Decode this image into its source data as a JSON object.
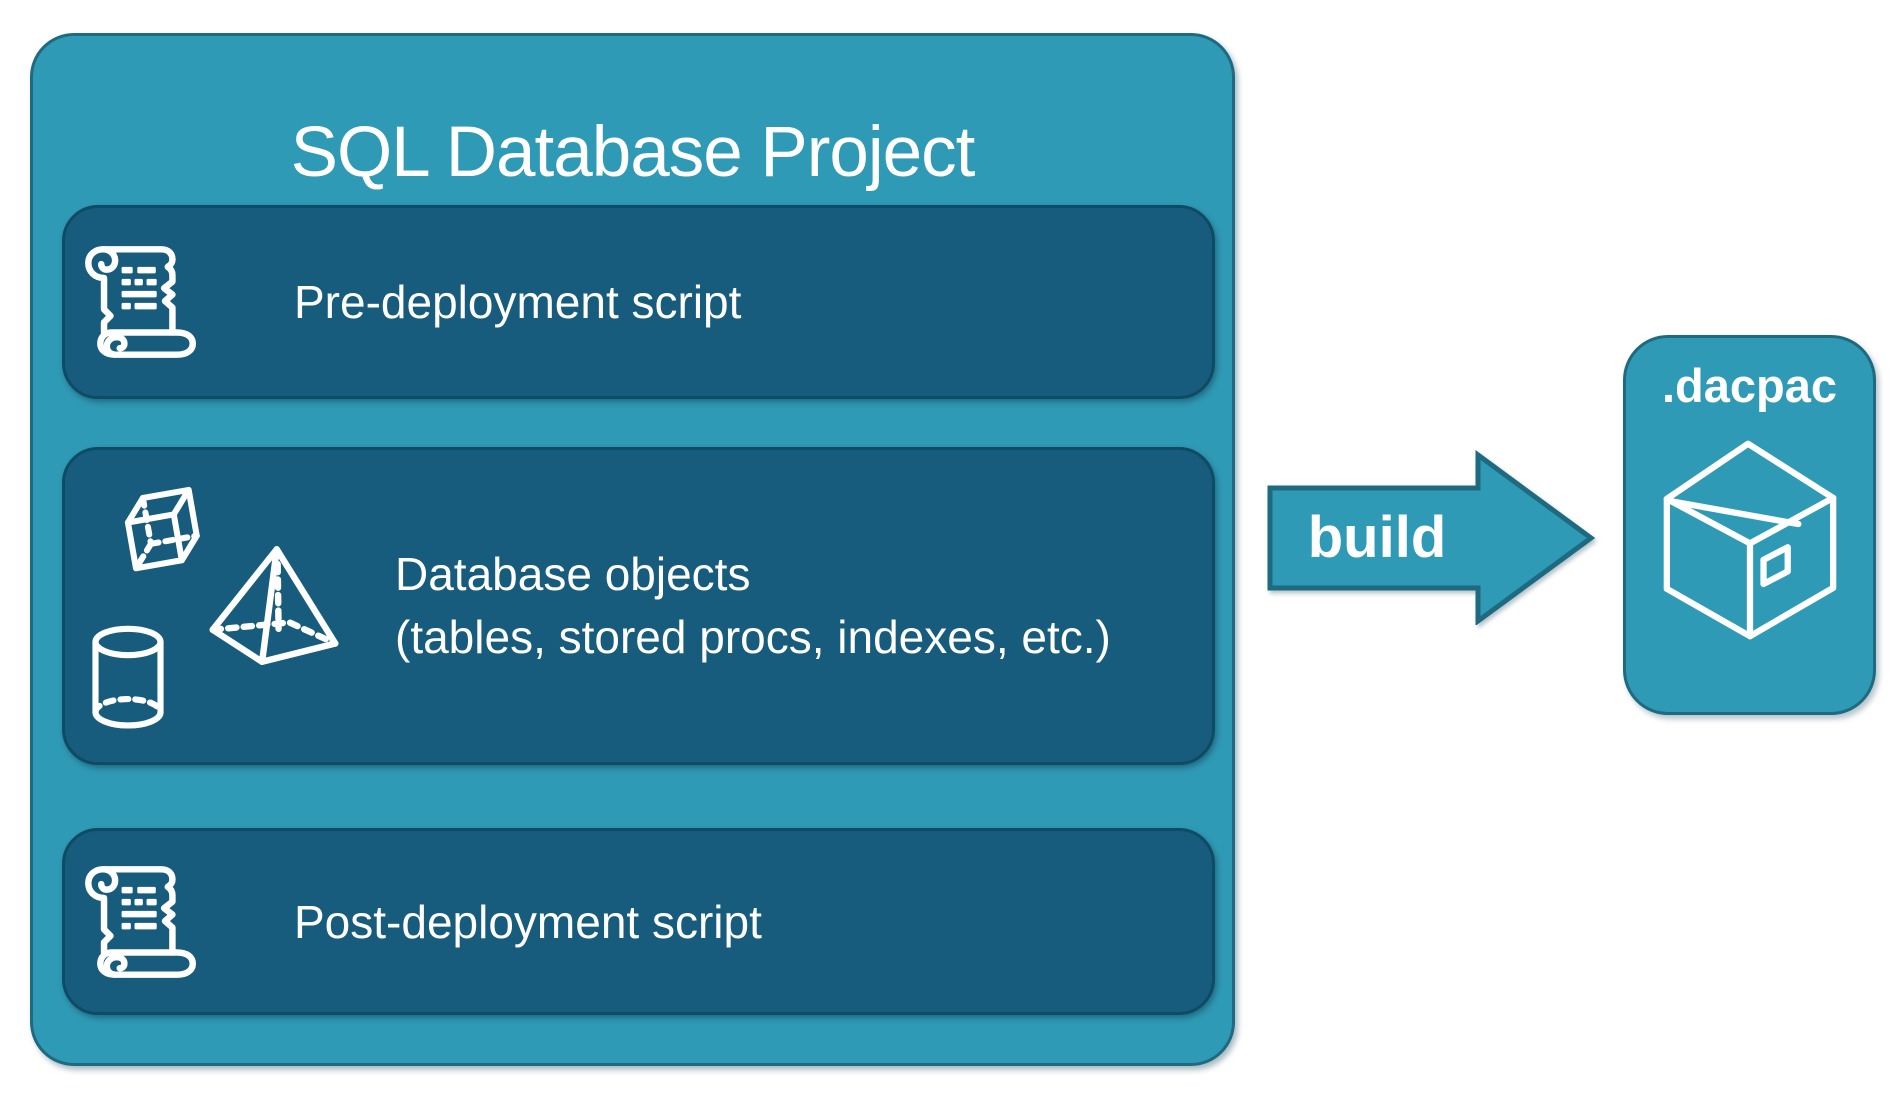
{
  "project": {
    "title": "SQL Database Project",
    "items": [
      {
        "label": "Pre-deployment script",
        "icon": "scroll-icon"
      },
      {
        "label": "Database objects",
        "sublabel": "(tables, stored procs, indexes, etc.)",
        "icons": [
          "cube-icon",
          "pyramid-icon",
          "cylinder-icon"
        ]
      },
      {
        "label": "Post-deployment script",
        "icon": "scroll-icon"
      }
    ]
  },
  "arrow": {
    "label": "build",
    "icon": "right-arrow-shape"
  },
  "artifact": {
    "label": ".dacpac",
    "icon": "package-icon"
  },
  "colors": {
    "teal_fill": "#2F9AB5",
    "teal_border": "#1E6A80",
    "panel_fill": "#175C7C",
    "panel_border": "#0F4B64",
    "text": "#FFFFFF",
    "background": "#FFFFFF"
  }
}
